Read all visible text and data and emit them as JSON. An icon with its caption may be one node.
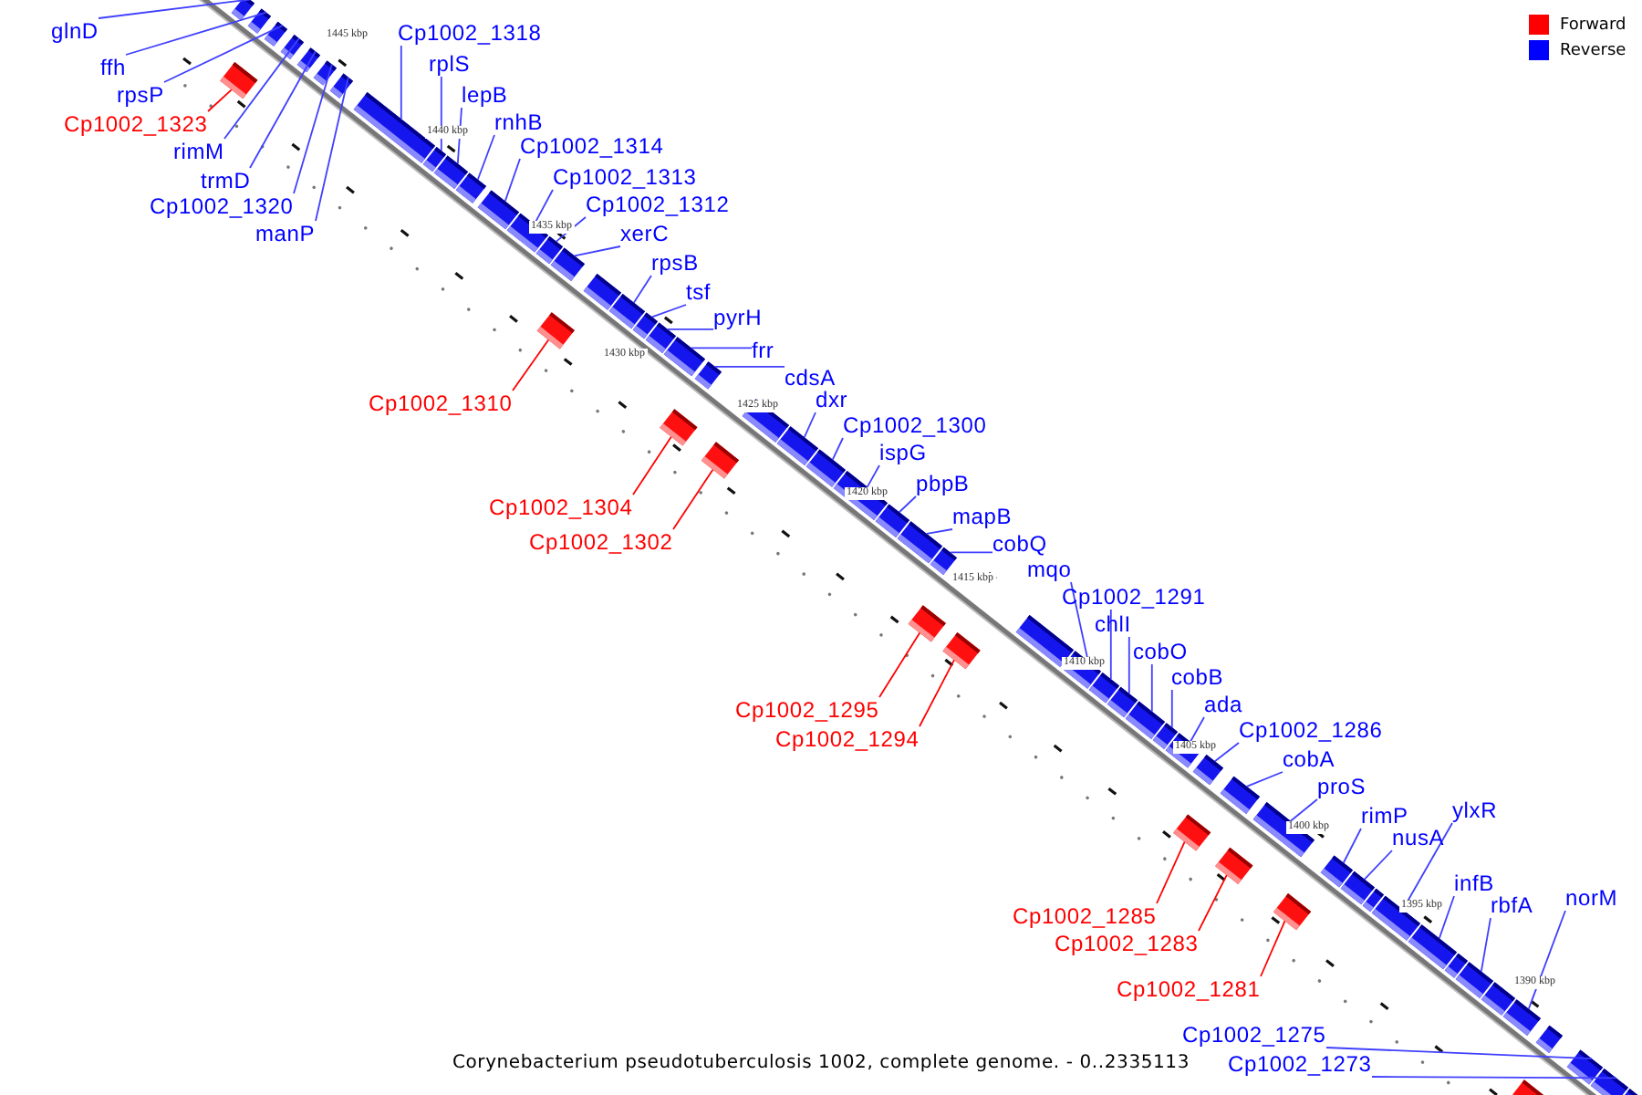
{
  "diagram": {
    "caption": "Corynebacterium pseudotuberculosis 1002, complete genome. - 0..2335113",
    "nodes": [
      {
        "text": [
          "glnD"
        ]
      },
      {
        "text": [
          "Cp1002_1318"
        ]
      },
      {
        "text": [
          "rplS"
        ]
      },
      {
        "text": [
          "ffh"
        ]
      },
      {
        "text": [
          "rpsP"
        ]
      },
      {
        "text": [
          "lepB"
        ]
      },
      {
        "text": [
          "rnhB"
        ]
      },
      {
        "text": [
          "Cp1002_1323"
        ]
      },
      {
        "text": [
          "Cp1002_1314"
        ]
      },
      {
        "text": [
          "rimM"
        ]
      },
      {
        "text": [
          "Cp1002_1313"
        ]
      },
      {
        "text": [
          "trmD"
        ]
      },
      {
        "text": [
          "Cp1002_1312"
        ]
      },
      {
        "text": [
          "Cp1002_1320"
        ]
      },
      {
        "text": [
          "manP"
        ]
      },
      {
        "text": [
          "xerC"
        ]
      },
      {
        "text": [
          "rpsB"
        ]
      },
      {
        "text": [
          "tsf"
        ]
      },
      {
        "text": [
          "pyrH"
        ]
      },
      {
        "text": [
          "frr"
        ]
      },
      {
        "text": [
          "cdsA"
        ]
      },
      {
        "text": [
          "dxr"
        ]
      },
      {
        "text": [
          "Cp1002_1310"
        ]
      },
      {
        "text": [
          "Cp1002_1300"
        ]
      },
      {
        "text": [
          "ispG"
        ]
      },
      {
        "text": [
          "pbpB"
        ]
      },
      {
        "text": [
          "Cp1002_1304"
        ]
      },
      {
        "text": [
          "mapB"
        ]
      },
      {
        "text": [
          "Cp1002_1302"
        ]
      },
      {
        "text": [
          "cobQ"
        ]
      },
      {
        "text": [
          "mqo"
        ]
      },
      {
        "text": [
          "Cp1002_1291"
        ]
      },
      {
        "text": [
          "chlI"
        ]
      },
      {
        "text": [
          "cobO"
        ]
      },
      {
        "text": [
          "cobB"
        ]
      },
      {
        "text": [
          "ada"
        ]
      },
      {
        "text": [
          "Cp1002_1295"
        ]
      },
      {
        "text": [
          "Cp1002_1286"
        ]
      },
      {
        "text": [
          "Cp1002_1294"
        ]
      },
      {
        "text": [
          "cobA"
        ]
      },
      {
        "text": [
          "proS"
        ]
      },
      {
        "text": [
          "ylxR"
        ]
      },
      {
        "text": [
          "rimP"
        ]
      },
      {
        "text": [
          "nusA"
        ]
      },
      {
        "text": [
          "infB"
        ]
      },
      {
        "text": [
          "norM"
        ]
      },
      {
        "text": [
          "rbfA"
        ]
      },
      {
        "text": [
          "Cp1002_1285"
        ]
      },
      {
        "text": [
          "Cp1002_1283"
        ]
      },
      {
        "text": [
          "Cp1002_1281"
        ]
      },
      {
        "text": [
          "Cp1002_1275"
        ]
      },
      {
        "text": [
          "Cp1002_1273"
        ]
      },
      {
        "text": [],
        "shape": "box"
      },
      {
        "text": [],
        "shape": "box"
      },
      {
        "text": [],
        "shape": "box"
      },
      {
        "text": [],
        "shape": "box"
      },
      {
        "text": [],
        "shape": "box"
      },
      {
        "text": [],
        "shape": "box"
      },
      {
        "text": [],
        "shape": "box"
      },
      {
        "text": [],
        "shape": "box"
      },
      {
        "text": [],
        "shape": "box"
      },
      {
        "text": [],
        "shape": "box"
      },
      {
        "text": [],
        "shape": "box"
      },
      {
        "text": [],
        "shape": "box"
      },
      {
        "text": [],
        "shape": "box"
      },
      {
        "text": [],
        "shape": "box"
      },
      {
        "text": [],
        "shape": "box"
      },
      {
        "text": [],
        "shape": "box"
      },
      {
        "text": [],
        "shape": "box"
      },
      {
        "text": [],
        "shape": "box"
      },
      {
        "text": [],
        "shape": "box"
      },
      {
        "text": [],
        "shape": "box"
      },
      {
        "text": [],
        "shape": "box"
      },
      {
        "text": [],
        "shape": "box"
      },
      {
        "text": [],
        "shape": "box"
      },
      {
        "text": [],
        "shape": "box"
      },
      {
        "text": [],
        "shape": "box"
      },
      {
        "text": [],
        "shape": "box"
      },
      {
        "text": [],
        "shape": "box"
      },
      {
        "text": [],
        "shape": "box"
      },
      {
        "text": [],
        "shape": "box"
      },
      {
        "text": [],
        "shape": "box"
      },
      {
        "text": [],
        "shape": "box"
      },
      {
        "text": [],
        "shape": "box"
      },
      {
        "text": [],
        "shape": "box"
      },
      {
        "text": [],
        "shape": "box"
      },
      {
        "text": [],
        "shape": "box"
      },
      {
        "text": [],
        "shape": "box"
      },
      {
        "text": [],
        "shape": "box"
      },
      {
        "text": [],
        "shape": "box"
      },
      {
        "text": [],
        "shape": "box"
      },
      {
        "text": [],
        "shape": "box"
      },
      {
        "text": [],
        "shape": "box"
      },
      {
        "text": [],
        "shape": "box"
      },
      {
        "text": [],
        "shape": "box"
      },
      {
        "text": [],
        "shape": "box"
      },
      {
        "text": [],
        "shape": "box"
      },
      {
        "text": [],
        "shape": "box"
      },
      {
        "text": [],
        "shape": "box"
      },
      {
        "text": [],
        "shape": "box"
      },
      {
        "text": [],
        "shape": "box"
      },
      {
        "text": [],
        "shape": "box"
      },
      {
        "text": [],
        "shape": "box"
      },
      {
        "text": [],
        "shape": "box"
      },
      {
        "text": [],
        "shape": "box"
      },
      {
        "text": [],
        "shape": "box"
      },
      {
        "text": [],
        "shape": "box"
      },
      {
        "text": [],
        "shape": "box"
      },
      {
        "text": [],
        "shape": "box"
      },
      {
        "text": [],
        "shape": "box"
      },
      {
        "text": [],
        "shape": "box"
      },
      {
        "text": [],
        "shape": "box"
      },
      {
        "text": [],
        "shape": "box"
      }
    ],
    "edges": [
      {
        "from": 0,
        "to": 52,
        "arrow": "none"
      },
      {
        "from": 1,
        "to": 60,
        "arrow": "none"
      },
      {
        "from": 2,
        "to": 61,
        "arrow": "none"
      },
      {
        "from": 3,
        "to": 54,
        "arrow": "none"
      },
      {
        "from": 4,
        "to": 55,
        "arrow": "none"
      },
      {
        "from": 5,
        "to": 62,
        "arrow": "none"
      },
      {
        "from": 6,
        "to": 63,
        "arrow": "none"
      },
      {
        "from": 7,
        "to": 53,
        "arrow": "none",
        "color": "#ff0000"
      },
      {
        "from": 8,
        "to": 64,
        "arrow": "none"
      },
      {
        "from": 9,
        "to": 56,
        "arrow": "none"
      },
      {
        "from": 10,
        "to": 65,
        "arrow": "none"
      },
      {
        "from": 11,
        "to": 57,
        "arrow": "none"
      },
      {
        "from": 12,
        "to": 66,
        "arrow": "none"
      },
      {
        "from": 13,
        "to": 58,
        "arrow": "none"
      },
      {
        "from": 14,
        "to": 59,
        "arrow": "none"
      },
      {
        "from": 15,
        "to": 68,
        "arrow": "none"
      },
      {
        "from": 16,
        "to": 70,
        "arrow": "none"
      },
      {
        "from": 17,
        "to": 71,
        "arrow": "none"
      },
      {
        "from": 18,
        "to": 72,
        "arrow": "none"
      },
      {
        "from": 19,
        "to": 74,
        "arrow": "none"
      },
      {
        "from": 20,
        "to": 75,
        "arrow": "none"
      },
      {
        "from": 21,
        "to": 78,
        "arrow": "none"
      },
      {
        "from": 22,
        "to": 67,
        "arrow": "none",
        "color": "#ff0000"
      },
      {
        "from": 23,
        "to": 79,
        "arrow": "none"
      },
      {
        "from": 24,
        "to": 80,
        "arrow": "none"
      },
      {
        "from": 25,
        "to": 81,
        "arrow": "none"
      },
      {
        "from": 26,
        "to": 73,
        "arrow": "none",
        "color": "#ff0000"
      },
      {
        "from": 27,
        "to": 82,
        "arrow": "none"
      },
      {
        "from": 28,
        "to": 76,
        "arrow": "none",
        "color": "#ff0000"
      },
      {
        "from": 29,
        "to": 84,
        "arrow": "none"
      },
      {
        "from": 30,
        "to": 87,
        "arrow": "none"
      },
      {
        "from": 31,
        "to": 88,
        "arrow": "none"
      },
      {
        "from": 32,
        "to": 89,
        "arrow": "none"
      },
      {
        "from": 33,
        "to": 90,
        "arrow": "none"
      },
      {
        "from": 34,
        "to": 91,
        "arrow": "none"
      },
      {
        "from": 35,
        "to": 92,
        "arrow": "none"
      },
      {
        "from": 36,
        "to": 83,
        "arrow": "none",
        "color": "#ff0000"
      },
      {
        "from": 37,
        "to": 94,
        "arrow": "none"
      },
      {
        "from": 38,
        "to": 85,
        "arrow": "none",
        "color": "#ff0000"
      },
      {
        "from": 39,
        "to": 96,
        "arrow": "none"
      },
      {
        "from": 40,
        "to": 97,
        "arrow": "none"
      },
      {
        "from": 41,
        "to": 102,
        "arrow": "none"
      },
      {
        "from": 42,
        "to": 99,
        "arrow": "none"
      },
      {
        "from": 43,
        "to": 100,
        "arrow": "none"
      },
      {
        "from": 44,
        "to": 103,
        "arrow": "none"
      },
      {
        "from": 45,
        "to": 107,
        "arrow": "none"
      },
      {
        "from": 46,
        "to": 105,
        "arrow": "none"
      },
      {
        "from": 47,
        "to": 93,
        "arrow": "none",
        "color": "#ff0000"
      },
      {
        "from": 48,
        "to": 95,
        "arrow": "none",
        "color": "#ff0000"
      },
      {
        "from": 49,
        "to": 98,
        "arrow": "none",
        "color": "#ff0000"
      },
      {
        "from": 50,
        "to": 110,
        "arrow": "none"
      },
      {
        "from": 51,
        "to": 111,
        "arrow": "none"
      }
    ],
    "labels": [
      "1445 kbp",
      "1440 kbp",
      "1435 kbp",
      "1430 kbp",
      "1425 kbp",
      "1420 kbp",
      "1415 kbp",
      "1410 kbp",
      "1405 kbp",
      "1400 kbp",
      "1395 kbp",
      "1390 kbp"
    ],
    "legend": [
      {
        "text": "Forward",
        "color": "#ff0000"
      },
      {
        "text": "Reverse",
        "color": "#0000ff"
      }
    ]
  }
}
